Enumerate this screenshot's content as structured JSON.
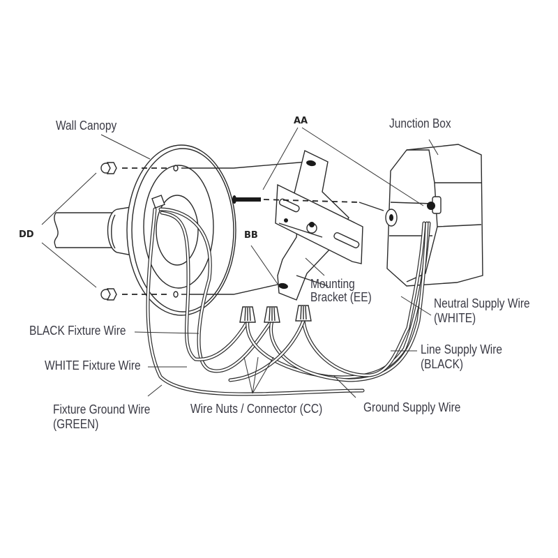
{
  "diagram": {
    "type": "wiring-installation",
    "subject": "Wall-mount light fixture to junction box",
    "labels": {
      "wall_canopy": "Wall Canopy",
      "junction_box": "Junction Box",
      "mounting_bracket_line1": "Mounting",
      "mounting_bracket_line2": "Bracket (EE)",
      "neutral_supply_line1": "Neutral Supply Wire",
      "neutral_supply_line2": "(WHITE)",
      "line_supply_line1": "Line Supply Wire",
      "line_supply_line2": "(BLACK)",
      "black_fixture_wire": "BLACK Fixture Wire",
      "white_fixture_wire": "WHITE Fixture Wire",
      "fixture_ground_line1": "Fixture Ground Wire",
      "fixture_ground_line2": "(GREEN)",
      "wire_nuts": "Wire Nuts / Connector (CC)",
      "ground_supply_wire": "Ground Supply Wire"
    },
    "part_codes": {
      "aa": "AA",
      "bb": "BB",
      "dd": "DD"
    },
    "colors": {
      "line": "#2a2a2a",
      "text": "#3a3a44",
      "background": "#ffffff"
    }
  }
}
